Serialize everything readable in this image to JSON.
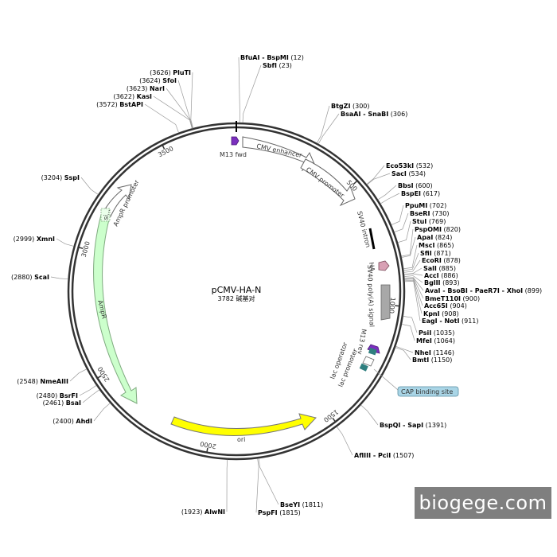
{
  "plasmid": {
    "name": "pCMV-HA-N",
    "size_label": "3782 碱基对",
    "length": 3782
  },
  "colors": {
    "backbone": "#333333",
    "cmv": "#ffffff",
    "ampr": "#ccffcc",
    "ori": "#ffff00",
    "ha": "#d8a0b4",
    "polya": "#a8a8a8",
    "primer": "#7b2fbe",
    "lac": "#2f7f7f",
    "cap": "#a9d5e6"
  },
  "ticks": [
    {
      "pos": 500,
      "label": "500"
    },
    {
      "pos": 1000,
      "label": "1000"
    },
    {
      "pos": 1500,
      "label": "1500"
    },
    {
      "pos": 2000,
      "label": "2000"
    },
    {
      "pos": 2500,
      "label": "2500"
    },
    {
      "pos": 3000,
      "label": "3000"
    },
    {
      "pos": 3500,
      "label": "3500"
    }
  ],
  "sites": [
    {
      "name": "BfuAI - BspMI",
      "pos": "(12)",
      "bp": 12
    },
    {
      "name": "SbfI",
      "pos": "(23)",
      "bp": 23
    },
    {
      "name": "BtgZI",
      "pos": "(300)",
      "bp": 300
    },
    {
      "name": "BsaAI - SnaBI",
      "pos": "(306)",
      "bp": 306
    },
    {
      "name": "Eco53kI",
      "pos": "(532)",
      "bp": 532
    },
    {
      "name": "SacI",
      "pos": "(534)",
      "bp": 534
    },
    {
      "name": "BbsI",
      "pos": "(600)",
      "bp": 600
    },
    {
      "name": "BspEI",
      "pos": "(617)",
      "bp": 617
    },
    {
      "name": "PpuMI",
      "pos": "(702)",
      "bp": 702
    },
    {
      "name": "BseRI",
      "pos": "(730)",
      "bp": 730
    },
    {
      "name": "StuI",
      "pos": "(769)",
      "bp": 769
    },
    {
      "name": "PspOMI",
      "pos": "(820)",
      "bp": 820
    },
    {
      "name": "ApaI",
      "pos": "(824)",
      "bp": 824
    },
    {
      "name": "MscI",
      "pos": "(865)",
      "bp": 865
    },
    {
      "name": "SfiI",
      "pos": "(871)",
      "bp": 871
    },
    {
      "name": "EcoRI",
      "pos": "(878)",
      "bp": 878
    },
    {
      "name": "SalI",
      "pos": "(885)",
      "bp": 885
    },
    {
      "name": "AccI",
      "pos": "(886)",
      "bp": 886
    },
    {
      "name": "BglII",
      "pos": "(893)",
      "bp": 893
    },
    {
      "name": "AvaI - BsoBI - PaeR7I - XhoI",
      "pos": "(899)",
      "bp": 899
    },
    {
      "name": "BmeT110I",
      "pos": "(900)",
      "bp": 900
    },
    {
      "name": "Acc65I",
      "pos": "(904)",
      "bp": 904
    },
    {
      "name": "KpnI",
      "pos": "(908)",
      "bp": 908
    },
    {
      "name": "EagI - NotI",
      "pos": "(911)",
      "bp": 911
    },
    {
      "name": "PsiI",
      "pos": "(1035)",
      "bp": 1035
    },
    {
      "name": "MfeI",
      "pos": "(1064)",
      "bp": 1064
    },
    {
      "name": "NheI",
      "pos": "(1146)",
      "bp": 1146
    },
    {
      "name": "BmtI",
      "pos": "(1150)",
      "bp": 1150
    },
    {
      "name": "BspQI - SapI",
      "pos": "(1391)",
      "bp": 1391
    },
    {
      "name": "AflIII - PciI",
      "pos": "(1507)",
      "bp": 1507
    },
    {
      "name": "BseYI",
      "pos": "(1811)",
      "bp": 1811
    },
    {
      "name": "PspFI",
      "pos": "(1815)",
      "bp": 1815
    },
    {
      "name": "AlwNI",
      "pos": "(1923)",
      "bp": 1923
    },
    {
      "name": "AhdI",
      "pos": "(2400)",
      "bp": 2400
    },
    {
      "name": "BsaI",
      "pos": "(2461)",
      "bp": 2461
    },
    {
      "name": "BsrFI",
      "pos": "(2480)",
      "bp": 2480
    },
    {
      "name": "NmeAIII",
      "pos": "(2548)",
      "bp": 2548
    },
    {
      "name": "ScaI",
      "pos": "(2880)",
      "bp": 2880
    },
    {
      "name": "XmnI",
      "pos": "(2999)",
      "bp": 2999
    },
    {
      "name": "SspI",
      "pos": "(3204)",
      "bp": 3204
    },
    {
      "name": "BstAPI",
      "pos": "(3572)",
      "bp": 3572
    },
    {
      "name": "KasI",
      "pos": "(3622)",
      "bp": 3622
    },
    {
      "name": "NarI",
      "pos": "(3623)",
      "bp": 3623
    },
    {
      "name": "SfoI",
      "pos": "(3624)",
      "bp": 3624
    },
    {
      "name": "PluTI",
      "pos": "(3626)",
      "bp": 3626
    }
  ],
  "features": {
    "m13_fwd": "M13 fwd",
    "cmv_enhancer": "CMV enhancer",
    "cmv_promoter": "CMV promoter",
    "sv40_intron": "SV40 intron",
    "ha": "HA",
    "sv40_polya": "SV40 poly(A) signal",
    "m13_rev": "M13 rev",
    "lac_operator": "lac operator",
    "lac_promoter": "lac promoter",
    "cap_site": "CAP binding site",
    "ori": "ori",
    "ampr": "AmpR",
    "ampr_promoter": "AmpR promoter",
    "ampr_si": "si..."
  },
  "watermark": "biogege.com"
}
